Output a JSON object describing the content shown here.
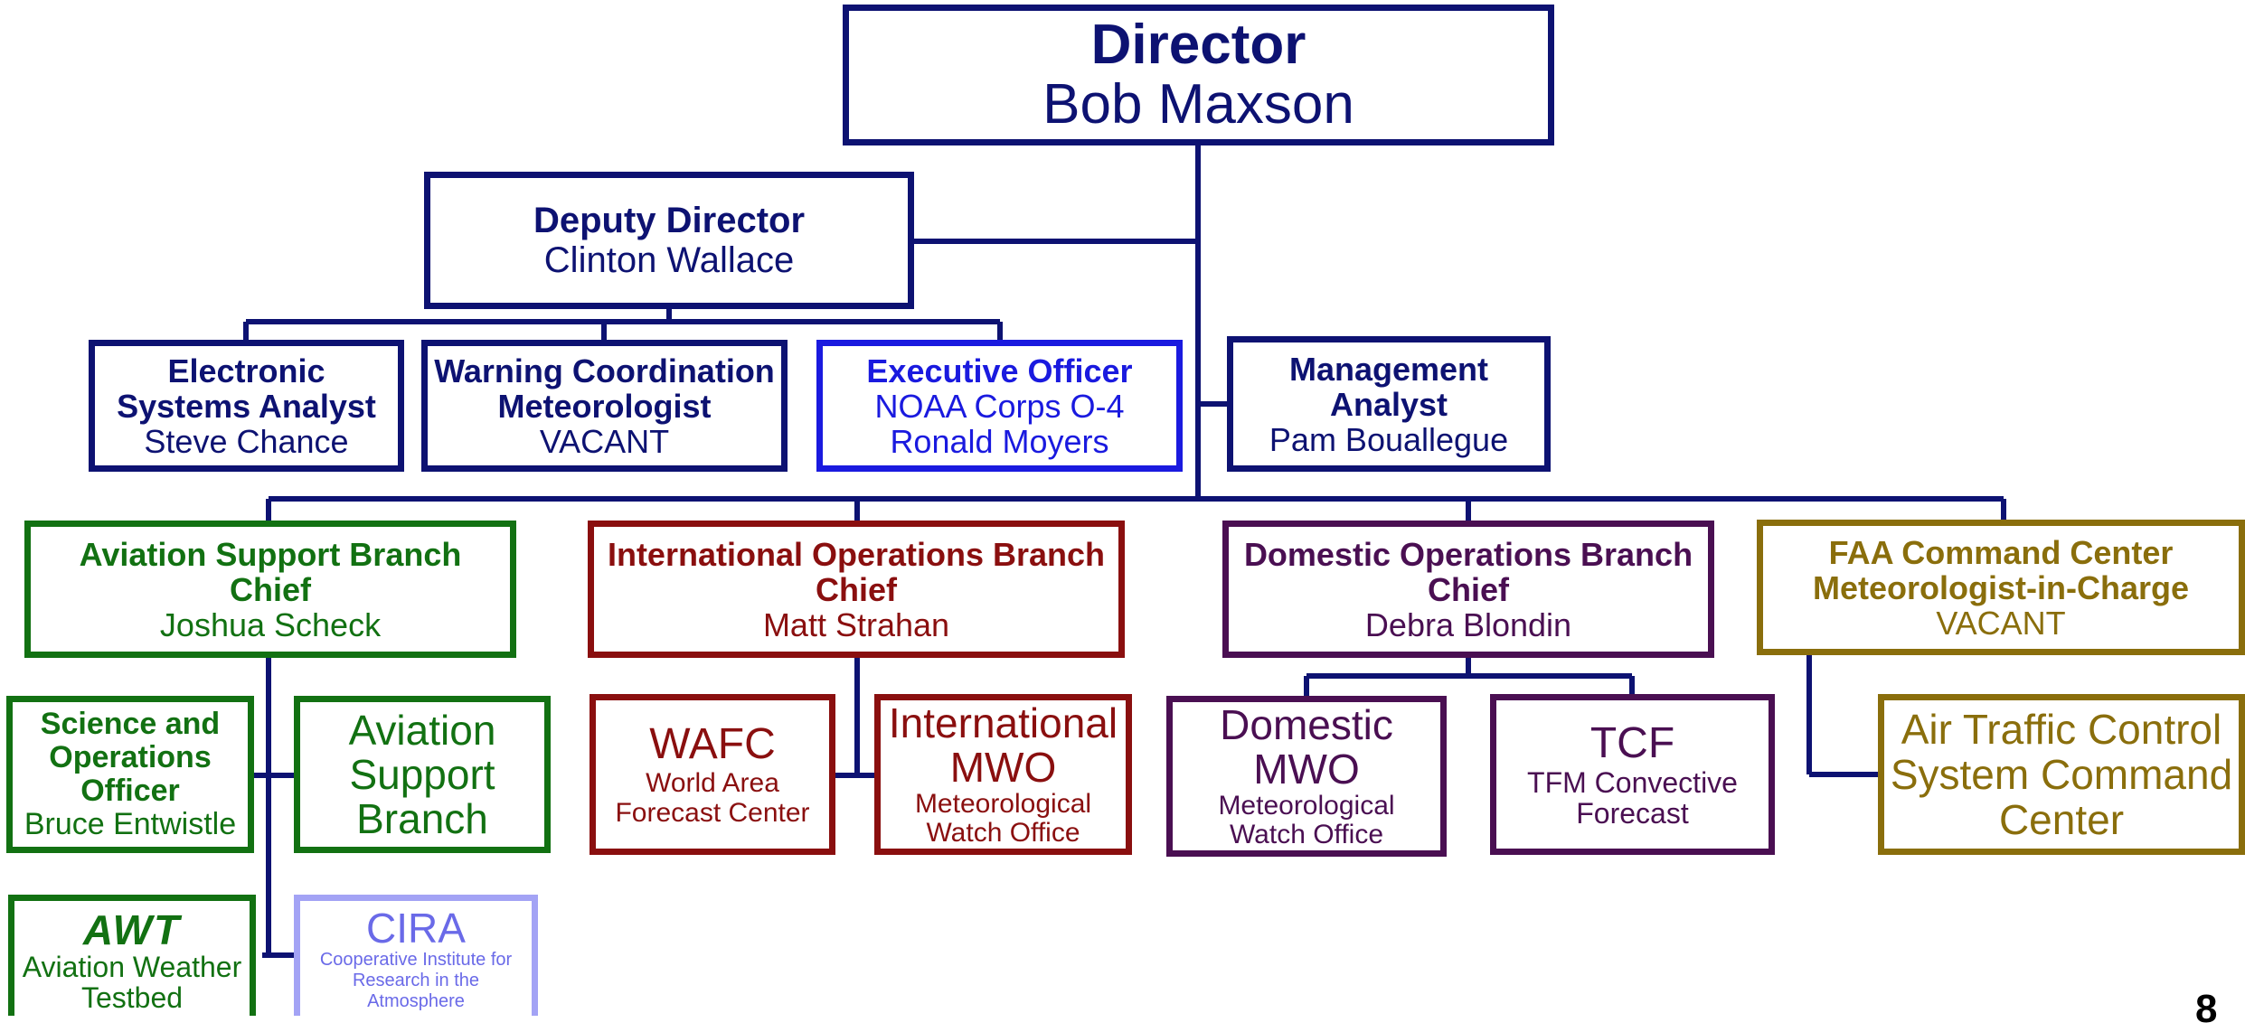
{
  "director": {
    "title": "Director",
    "name": "Bob Maxson"
  },
  "deputy": {
    "title": "Deputy Director",
    "name": "Clinton Wallace"
  },
  "electronic": {
    "title_l1": "Electronic",
    "title_l2": "Systems Analyst",
    "name": "Steve Chance"
  },
  "warning": {
    "title_l1": "Warning Coordination",
    "title_l2": "Meteorologist",
    "name": "VACANT"
  },
  "executive": {
    "title": "Executive Officer",
    "line2": "NOAA Corps O-4",
    "name": "Ronald Moyers"
  },
  "management": {
    "title_l1": "Management",
    "title_l2": "Analyst",
    "name": "Pam Bouallegue"
  },
  "aviation_chief": {
    "title_l1": "Aviation Support Branch",
    "title_l2": "Chief",
    "name": "Joshua Scheck"
  },
  "intl_chief": {
    "title_l1": "International Operations Branch",
    "title_l2": "Chief",
    "name": "Matt Strahan"
  },
  "dom_chief": {
    "title_l1": "Domestic Operations Branch",
    "title_l2": "Chief",
    "name": "Debra Blondin"
  },
  "faa": {
    "title_l1": "FAA Command Center",
    "title_l2": "Meteorologist-in-Charge",
    "name": "VACANT"
  },
  "science": {
    "l1": "Science and",
    "l2": "Operations",
    "l3": "Officer",
    "name": "Bruce Entwistle"
  },
  "aviation_branch": {
    "l1": "Aviation",
    "l2": "Support",
    "l3": "Branch"
  },
  "awt": {
    "logo": "AWT",
    "l1": "Aviation Weather",
    "l2": "Testbed"
  },
  "cira": {
    "title": "CIRA",
    "l1": "Cooperative Institute for",
    "l2": "Research in the",
    "l3": "Atmosphere"
  },
  "wafc": {
    "title": "WAFC",
    "l1": "World Area",
    "l2": "Forecast Center"
  },
  "intl_mwo": {
    "l1": "International",
    "l2": "MWO",
    "s1": "Meteorological",
    "s2": "Watch Office"
  },
  "dom_mwo": {
    "l1": "Domestic",
    "l2": "MWO",
    "s1": "Meteorological",
    "s2": "Watch Office"
  },
  "tcf": {
    "title": "TCF",
    "l1": "TFM Convective",
    "l2": "Forecast"
  },
  "atc": {
    "l1": "Air Traffic Control",
    "l2": "System Command",
    "l3": "Center"
  },
  "page_number": "8",
  "colors": {
    "navy": "#0d1272",
    "blue": "#1a1adf",
    "green": "#127112",
    "red": "#8a0f0f",
    "purple": "#4a0f52",
    "olive": "#8a6e0c",
    "lavender": "#a3a3f5"
  }
}
